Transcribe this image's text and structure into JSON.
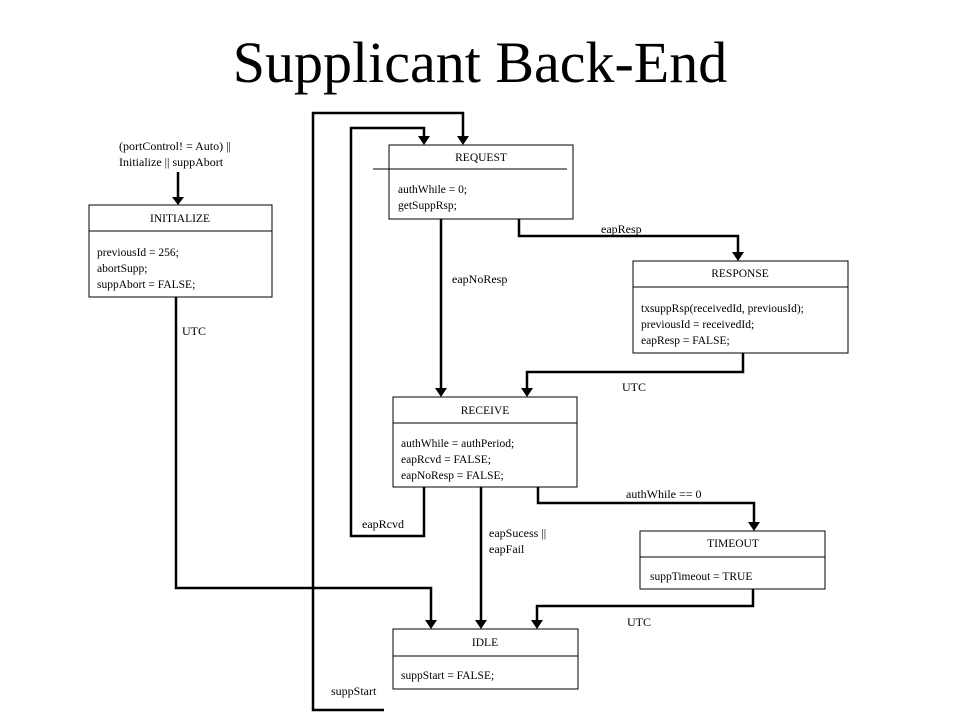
{
  "title": "Supplicant Back-End",
  "states": {
    "request": {
      "name": "REQUEST",
      "actions": [
        "authWhile = 0;",
        "getSuppRsp;"
      ]
    },
    "initialize": {
      "name": "INITIALIZE",
      "actions": [
        "previousId = 256;",
        "abortSupp;",
        "suppAbort = FALSE;"
      ]
    },
    "response": {
      "name": "RESPONSE",
      "actions": [
        "txsuppRsp(receivedId, previousId);",
        "previousId = receivedId;",
        "eapResp = FALSE;"
      ]
    },
    "receive": {
      "name": "RECEIVE",
      "actions": [
        "authWhile = authPeriod;",
        "eapRcvd = FALSE;",
        "eapNoResp = FALSE;"
      ]
    },
    "timeout": {
      "name": "TIMEOUT",
      "actions": [
        "suppTimeout = TRUE"
      ]
    },
    "idle": {
      "name": "IDLE",
      "actions": [
        "suppStart = FALSE;"
      ]
    }
  },
  "transitions": {
    "global_condition": [
      "(portControl! = Auto) ||",
      "Initialize || suppAbort"
    ],
    "init_utc": "UTC",
    "eap_resp": "eapResp",
    "eap_no_resp": "eapNoResp",
    "response_utc": "UTC",
    "auth_while_zero": "authWhile == 0",
    "eap_rcvd": "eapRcvd",
    "eap_success_fail": [
      "eapSucess ||",
      "eapFail"
    ],
    "timeout_utc": "UTC",
    "supp_start": "suppStart"
  }
}
